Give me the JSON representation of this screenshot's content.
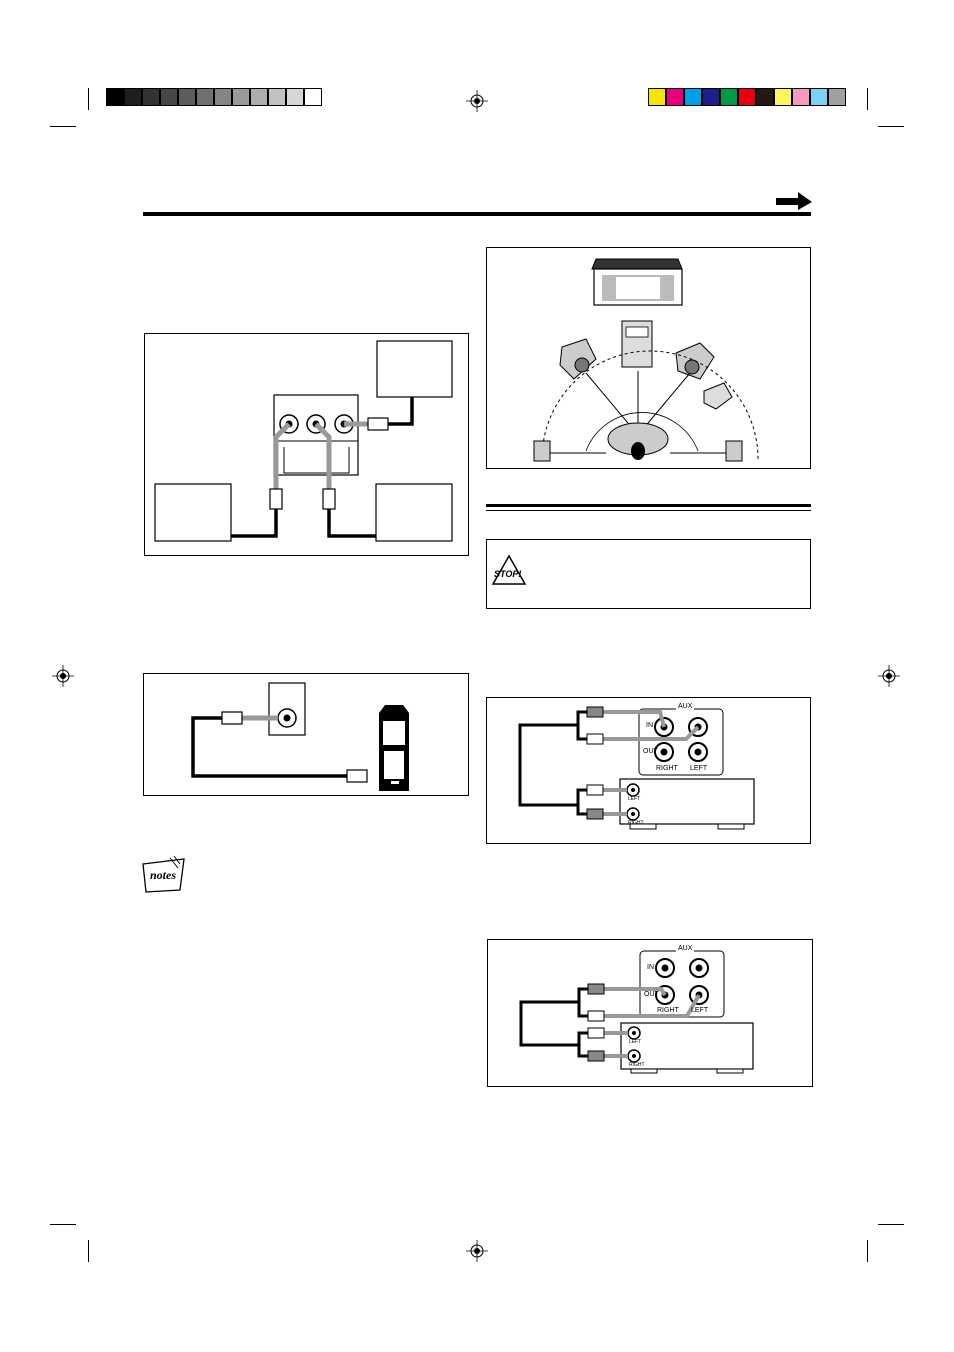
{
  "grayscale_bar": {
    "colors": [
      "#000000",
      "#1e1e1e",
      "#333333",
      "#474747",
      "#5c5c5c",
      "#707070",
      "#858585",
      "#999999",
      "#adadad",
      "#c2c2c2",
      "#d6d6d6",
      "#ffffff"
    ]
  },
  "color_bar": {
    "colors": [
      "#f5e500",
      "#e6007e",
      "#00a0e9",
      "#1d2088",
      "#009944",
      "#e60012",
      "#231815",
      "#fff45c",
      "#f49ac1",
      "#7fcef4",
      "#9fa0a0"
    ]
  },
  "aux_panel_1": {
    "title": "AUX",
    "in_label": "IN",
    "out_label": "OUT",
    "right_label": "RIGHT",
    "left_label": "LEFT",
    "device_left_label": "LEFT",
    "device_right_label": "RIGHT"
  },
  "aux_panel_2": {
    "title": "AUX",
    "in_label": "IN",
    "out_label": "OUT",
    "right_label": "RIGHT",
    "left_label": "LEFT",
    "device_left_label": "LEFT",
    "device_right_label": "RIGHT"
  },
  "caution": {
    "stop_label": "STOP!"
  },
  "notes_icon": {
    "label": "notes"
  },
  "icons": [
    "registration-mark-icon",
    "arrow-right-icon",
    "warning-triangle-icon",
    "notes-icon"
  ]
}
